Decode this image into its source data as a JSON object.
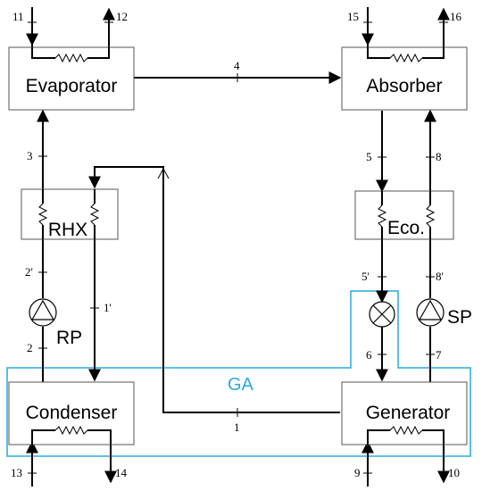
{
  "components": {
    "evaporator": "Evaporator",
    "absorber": "Absorber",
    "rhx": "RHX",
    "eco": "Eco.",
    "condenser": "Condenser",
    "generator": "Generator",
    "rp": "RP",
    "sp": "SP",
    "ga": "GA"
  },
  "states": {
    "s1": "1",
    "s1p": "1'",
    "s2": "2",
    "s2p": "2'",
    "s3": "3",
    "s4": "4",
    "s5": "5",
    "s5p": "5'",
    "s6": "6",
    "s7": "7",
    "s8": "8",
    "s8p": "8'",
    "s9": "9",
    "s10": "10",
    "s11": "11",
    "s12": "12",
    "s13": "13",
    "s14": "14",
    "s15": "15",
    "s16": "16"
  },
  "colors": {
    "ga_boundary": "#29a9e0",
    "lines": "#000000"
  }
}
